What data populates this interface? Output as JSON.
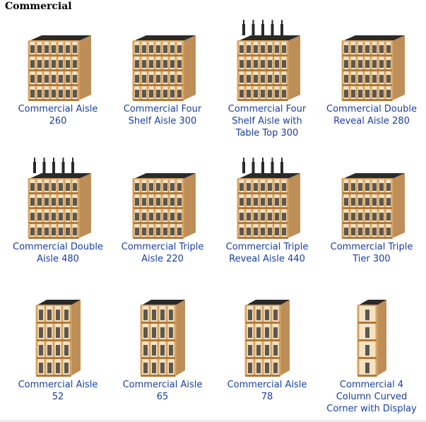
{
  "section": {
    "heading": "Commercial"
  },
  "colors": {
    "link": "#1a3f9e",
    "wood": "#d9a45f",
    "wood_dark": "#b27a3a",
    "bottle": "#2a2a2a"
  },
  "products": [
    {
      "name": "Commercial Aisle 260",
      "lines": [
        "Commercial Aisle",
        "260"
      ]
    },
    {
      "name": "Commercial Four Shelf Aisle 300",
      "lines": [
        "Commercial Four",
        "Shelf Aisle 300"
      ]
    },
    {
      "name": "Commercial Four Shelf Aisle with Table Top 300",
      "lines": [
        "Commercial Four",
        "Shelf Aisle with",
        "Table Top 300"
      ]
    },
    {
      "name": "Commercial Double Reveal Aisle 280",
      "lines": [
        "Commercial Double",
        "Reveal Aisle 280"
      ]
    },
    {
      "name": "Commercial Double Aisle 480",
      "lines": [
        "Commercial Double",
        "Aisle 480"
      ]
    },
    {
      "name": "Commercial Triple Aisle 220",
      "lines": [
        "Commercial Triple",
        "Aisle 220"
      ]
    },
    {
      "name": "Commercial Triple Reveal Aisle 440",
      "lines": [
        "Commercial Triple",
        "Reveal Aisle 440"
      ]
    },
    {
      "name": "Commercial Triple Tier 300",
      "lines": [
        "Commercial Triple",
        "Tier 300"
      ]
    },
    {
      "name": "Commercial Aisle 52",
      "lines": [
        "Commercial Aisle",
        "52"
      ]
    },
    {
      "name": "Commercial Aisle 65",
      "lines": [
        "Commercial Aisle",
        "65"
      ]
    },
    {
      "name": "Commercial Aisle 78",
      "lines": [
        "Commercial Aisle",
        "78"
      ]
    },
    {
      "name": "Commercial 4 Column Curved Corner with Display",
      "lines": [
        "Commercial 4",
        "Column Curved",
        "Corner with Display"
      ]
    }
  ]
}
